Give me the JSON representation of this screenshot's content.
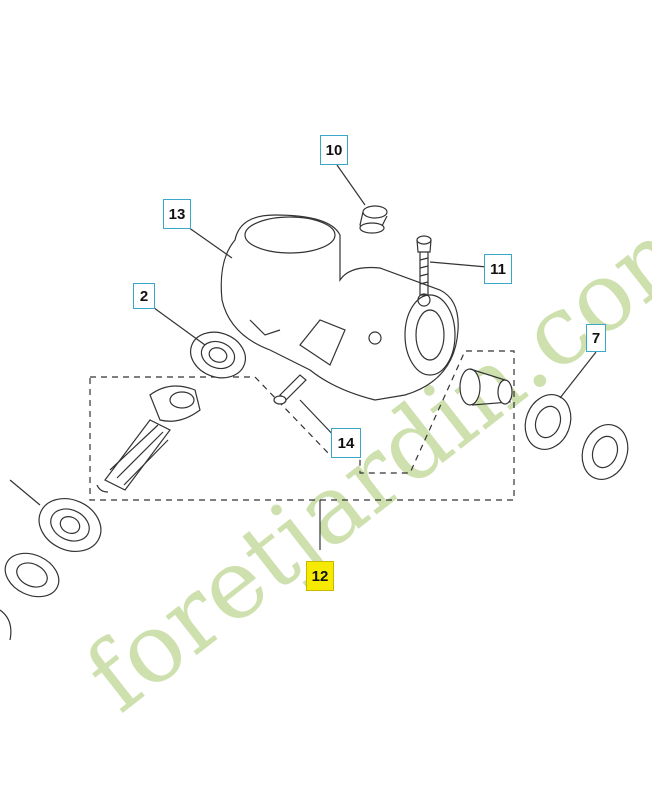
{
  "diagram": {
    "callouts": [
      {
        "id": "c10",
        "label": "10"
      },
      {
        "id": "c13",
        "label": "13"
      },
      {
        "id": "c11",
        "label": "11"
      },
      {
        "id": "c2",
        "label": "2"
      },
      {
        "id": "c7",
        "label": "7"
      },
      {
        "id": "c14",
        "label": "14"
      },
      {
        "id": "c12",
        "label": "12"
      }
    ]
  },
  "watermark": {
    "text": "foretjardin.com",
    "brand_green": "#c5dba0",
    "brand_grey": "#c7c0b2",
    "accent_orange": "#f4c78d"
  },
  "colors": {
    "callout_border": "#3aa7c9",
    "highlight": "#f5ea00",
    "line": "#333333"
  }
}
